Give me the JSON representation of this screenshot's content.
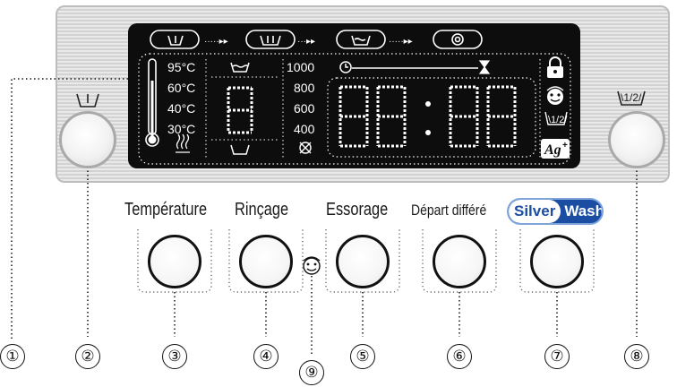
{
  "display": {
    "temperatures": [
      "95°C",
      "60°C",
      "40°C",
      "30°C"
    ],
    "spin_speeds": [
      "1000",
      "800",
      "600",
      "400"
    ],
    "time_digits": "88:88",
    "rinse_digit": "8"
  },
  "left_knob_icon": "prewash-tub-icon",
  "right_knob_label": "\\1/2/",
  "buttons": [
    {
      "label": "Température"
    },
    {
      "label": "Rinçage"
    },
    {
      "label": "Essorage"
    },
    {
      "label": "Départ différé"
    }
  ],
  "silverwash": {
    "part1": "Silver",
    "part2": "Wash"
  },
  "callouts": [
    "①",
    "②",
    "③",
    "④",
    "⑤",
    "⑥",
    "⑦",
    "⑧",
    "⑨"
  ],
  "icons": {
    "lock": "lock-icon",
    "child": "child-face-icon",
    "half_load": "half-load-icon",
    "silver": "ag-plus-icon"
  },
  "ag_label": "Ag",
  "half_label": "\\1/2/"
}
